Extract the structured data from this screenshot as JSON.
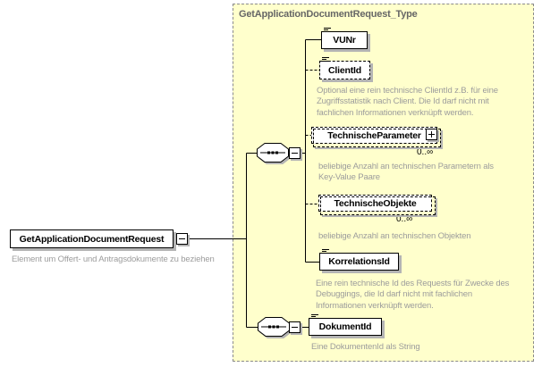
{
  "diagram": {
    "root": {
      "name": "GetApplicationDocumentRequest",
      "annotation": "Element um Offert- und Antragsdokumente zu beziehen"
    },
    "type_box": {
      "title": "GetApplicationDocumentRequest_Type"
    },
    "elements": {
      "vunr": {
        "name": "VUNr"
      },
      "clientid": {
        "name": "ClientId",
        "annotation": "Optional eine rein technische ClientId z.B. für eine\nZugriffsstatistik nach Client. Die Id darf nicht mit\nfachlichen Informationen verknüpft werden."
      },
      "technische_parameter": {
        "name": "TechnischeParameter",
        "occurs": "0..∞",
        "annotation": "beliebige Anzahl an technischen Parametern als\nKey-Value Paare"
      },
      "technische_objekte": {
        "name": "TechnischeObjekte",
        "occurs": "0..∞",
        "annotation": "beliebige Anzahl an technischen Objekten"
      },
      "korrelations_id": {
        "name": "KorrelationsId",
        "annotation": "Eine rein technische Id des Requests für Zwecke des\nDebuggings, die Id darf nicht mit fachlichen\nInformationen verknüpft werden."
      },
      "dokument_id": {
        "name": "DokumentId",
        "annotation": "Eine DokumentenId als String"
      }
    },
    "colors": {
      "container_fill": "#ffffcc",
      "container_border": "#8a8a8a",
      "annotation_text": "#9c9c9c",
      "title_text": "#666666",
      "shadow": "#b4b4b4",
      "line": "#000000"
    }
  }
}
